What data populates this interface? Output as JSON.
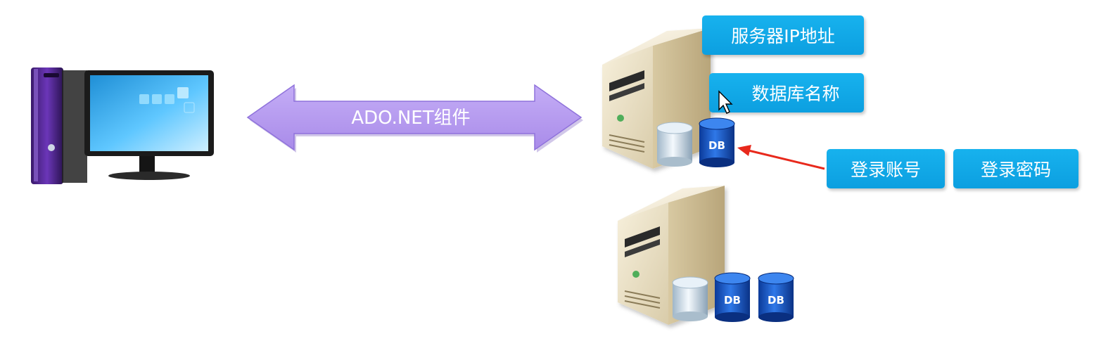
{
  "arrow": {
    "label": "ADO.NET组件",
    "fill": "#b79cf2",
    "stroke": "#8a6ad6"
  },
  "labels": {
    "server_ip": "服务器IP地址",
    "db_name": "数据库名称",
    "login_account": "登录账号",
    "login_password": "登录密码"
  },
  "db_badge": "DB",
  "colors": {
    "label_bg": "#14abea",
    "pointer_line": "#e8291c",
    "db_blue": "#1456c8"
  },
  "icons": [
    "desktop-computer-icon",
    "server-tower-icon",
    "database-cylinder-icon",
    "mouse-cursor-icon"
  ]
}
